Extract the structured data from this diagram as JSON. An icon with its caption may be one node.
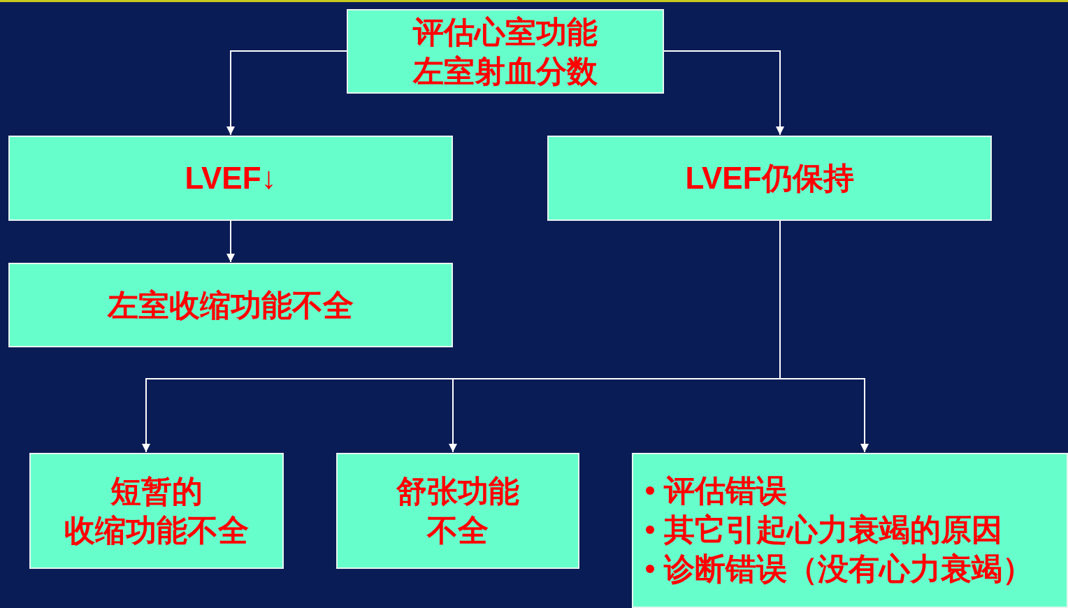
{
  "diagram": {
    "nodes": [
      {
        "text": [
          "评估心室功能左室射血分数"
        ]
      },
      {
        "text": [
          "LVEF↓"
        ]
      },
      {
        "text": [
          "LVEF仍保持"
        ]
      },
      {
        "text": [
          "左室收缩功能不全"
        ]
      },
      {
        "text": [
          "短暂的",
          "收缩功能不全"
        ]
      },
      {
        "text": [
          "舒张功能不全"
        ]
      },
      {
        "text": [
          "评估错误",
          "其它引起心力衰竭的原因",
          "诊断错误（没有心力衰竭）"
        ]
      }
    ],
    "edges": [
      {
        "from": 0,
        "to": 1,
        "arrow": "to"
      },
      {
        "from": 0,
        "to": 2,
        "arrow": "to"
      },
      {
        "from": 1,
        "to": 3,
        "arrow": "to"
      },
      {
        "from": 2,
        "to": 4,
        "arrow": "to"
      },
      {
        "from": 2,
        "to": 5,
        "arrow": "to"
      },
      {
        "from": 2,
        "to": 6,
        "arrow": "to"
      }
    ]
  }
}
